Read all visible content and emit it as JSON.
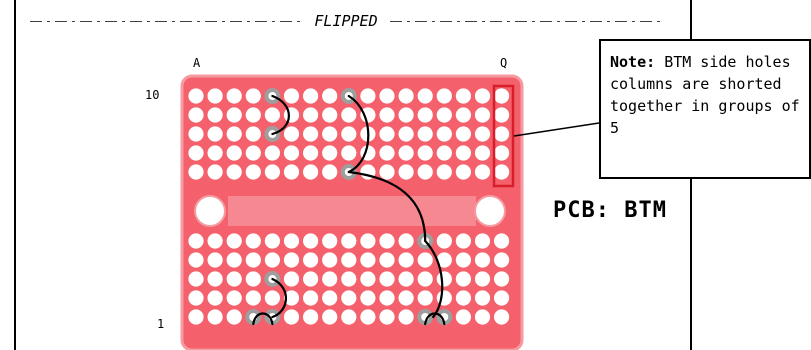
{
  "heading": {
    "text": "FLIPPED"
  },
  "board": {
    "column_labels": {
      "first": "A",
      "last": "Q"
    },
    "row_labels": {
      "top": "10",
      "bottom": "1"
    },
    "side_label": "PCB: BTM"
  },
  "note": {
    "bold": "Note:",
    "text": "BTM side holes columns are shorted together in groups of 5"
  },
  "colors": {
    "board": "#f4606b",
    "board_edge": "#f59aa0",
    "hole": "#ffffff",
    "connected_hole": "#9e9e9e",
    "highlight": "#d81e2a",
    "wire": "#000000"
  }
}
